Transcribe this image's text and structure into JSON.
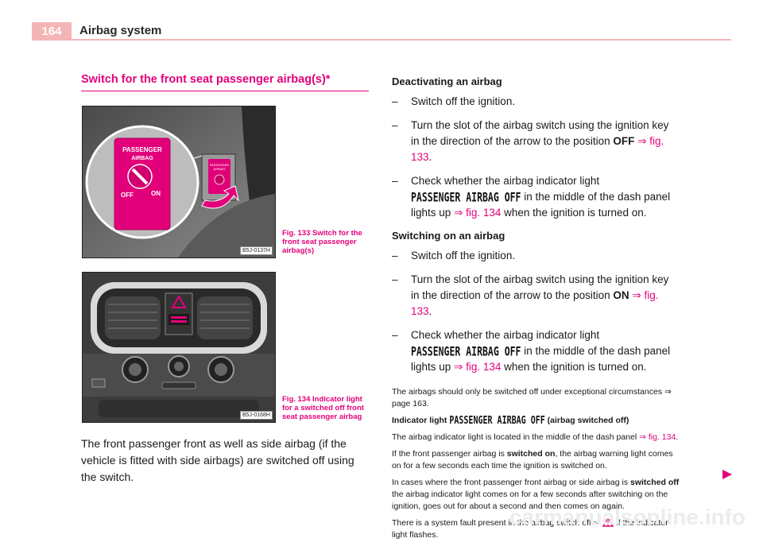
{
  "header": {
    "page_number": "164",
    "chapter_title": "Airbag system"
  },
  "section": {
    "title": "Switch for the front seat passenger airbag(s)*"
  },
  "figures": [
    {
      "code": "B5J-0137H",
      "caption": "Fig. 133   Switch for the front seat passenger airbag(s)",
      "labels": {
        "switch_top": "PASSENGER",
        "switch_bottom": "AIRBAG",
        "off": "OFF",
        "on": "ON",
        "small_top": "PASSENGER",
        "small_bottom": "AIRBAG"
      }
    },
    {
      "code": "B5J-0168H",
      "caption": "Fig. 134   Indicator light for a switched off front seat passenger airbag"
    }
  ],
  "left_body": "The front passenger front as well as side airbag (if the vehicle is fitted with side airbags) are switched off using the switch.",
  "deactivating": {
    "heading": "Deactivating an airbag",
    "step1": "Switch off the ignition.",
    "step2_a": "Turn the slot of the airbag switch using the ignition key in the direction of the arrow to the position ",
    "step2_b": "OFF",
    "step2_ref": "⇒ fig. 133",
    "step3_a": "Check whether the airbag indicator light ",
    "step3_b": " in the middle of the dash panel lights up ",
    "step3_ref": "⇒ fig. 134",
    "step3_c": " when the ignition is turned on."
  },
  "switching_on": {
    "heading": "Switching on an airbag",
    "step1": "Switch off the ignition.",
    "step2_a": "Turn the slot of the airbag switch using the ignition key in the direction of the arrow to the position ",
    "step2_b": "ON",
    "step2_ref": "⇒ fig. 133",
    "step3_a": "Check whether the airbag indicator light ",
    "step3_b": " in the middle of the dash panel lights up ",
    "step3_ref": "⇒ fig. 134",
    "step3_c": " when the ignition is turned on."
  },
  "indicator_text": "PASSENGER AIRBAG OFF",
  "step_dash": "–",
  "notes": {
    "p1": "The airbags should only be switched off under exceptional circumstances ⇒ page 163.",
    "p2_a": "Indicator light ",
    "p2_b": " (airbag switched off)",
    "p3_a": "The airbag indicator light is located in the middle of the dash panel ",
    "p3_ref": "⇒ fig. 134",
    "p3_c": ".",
    "p4_a": "If the front passenger airbag is ",
    "p4_b": "switched on",
    "p4_c": ", the airbag warning light comes on for a few seconds each time the ignition is switched on.",
    "p5_a": "In cases where the front passenger front airbag or side airbag is ",
    "p5_b": "switched off",
    "p5_c": " the airbag indicator light comes on for a few seconds after switching on the ignition, goes out for about a second and then comes on again.",
    "p6_a": "There is a system fault present in the airbag switch off ⇒ ",
    "p6_c": " if the indicator light flashes."
  },
  "footer": {
    "watermark": "carmanualsonline.info"
  },
  "colors": {
    "accent": "#e2007a",
    "tab": "#f4b5b7"
  }
}
